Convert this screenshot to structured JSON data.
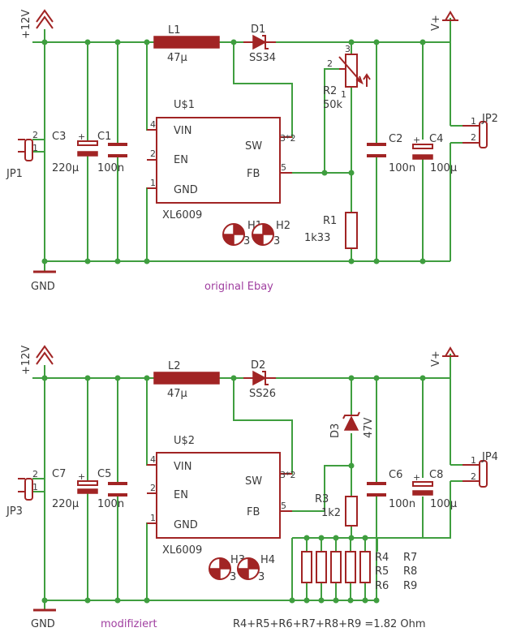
{
  "top": {
    "supply": "+12V",
    "output": "V+",
    "gnd": "GND",
    "note": "original Ebay",
    "l1": {
      "name": "L1",
      "value": "47µ"
    },
    "d1": {
      "name": "D1",
      "value": "SS34"
    },
    "r2": {
      "name": "R2",
      "value": "50k",
      "pin1": "1",
      "pin2": "2",
      "pin3": "3"
    },
    "r1": {
      "name": "R1",
      "value": "1k33"
    },
    "u1": {
      "name": "U$1",
      "value": "XL6009",
      "vin": "VIN",
      "en": "EN",
      "gnd": "GND",
      "sw": "SW",
      "fb": "FB",
      "p1": "1",
      "p2": "2",
      "p3": "3*2",
      "p4": "4",
      "p5": "5"
    },
    "c3": {
      "name": "C3",
      "value": "220µ"
    },
    "c1": {
      "name": "C1",
      "value": "100n"
    },
    "c2": {
      "name": "C2",
      "value": "100n"
    },
    "c4": {
      "name": "C4",
      "value": "100µ"
    },
    "jp1": {
      "name": "JP1",
      "p1": "1",
      "p2": "2"
    },
    "jp2": {
      "name": "JP2",
      "p1": "1",
      "p2": "2"
    },
    "h1": {
      "name": "H1",
      "pin": "3"
    },
    "h2": {
      "name": "H2",
      "pin": "3"
    },
    "plus": "+"
  },
  "bottom": {
    "supply": "+12V",
    "output": "V+",
    "gnd": "GND",
    "note": "modifiziert",
    "l2": {
      "name": "L2",
      "value": "47µ"
    },
    "d2": {
      "name": "D2",
      "value": "SS26"
    },
    "d3": {
      "name": "D3",
      "value": "47V"
    },
    "r3": {
      "name": "R3",
      "value": "1k2"
    },
    "u2": {
      "name": "U$2",
      "value": "XL6009",
      "vin": "VIN",
      "en": "EN",
      "gnd": "GND",
      "sw": "SW",
      "fb": "FB",
      "p1": "1",
      "p2": "2",
      "p3": "3*2",
      "p4": "4",
      "p5": "5"
    },
    "c7": {
      "name": "C7",
      "value": "220µ"
    },
    "c5": {
      "name": "C5",
      "value": "100n"
    },
    "c6": {
      "name": "C6",
      "value": "100n"
    },
    "c8": {
      "name": "C8",
      "value": "100µ"
    },
    "jp3": {
      "name": "JP3",
      "p1": "1",
      "p2": "2"
    },
    "jp4": {
      "name": "JP4",
      "p1": "1",
      "p2": "2"
    },
    "h3": {
      "name": "H3",
      "pin": "3"
    },
    "h4": {
      "name": "H4",
      "pin": "3"
    },
    "rlabels": {
      "r4": "R4",
      "r5": "R5",
      "r6": "R6",
      "r7": "R7",
      "r8": "R8",
      "r9": "R9"
    },
    "formula": "R4+R5+R6+R7+R8+R9 =1.82 Ohm",
    "plus": "+"
  },
  "colors": {
    "wire": "#3f9e3f",
    "part": "#a12424",
    "text": "#3a3a3a",
    "note": "#a03fa0"
  }
}
